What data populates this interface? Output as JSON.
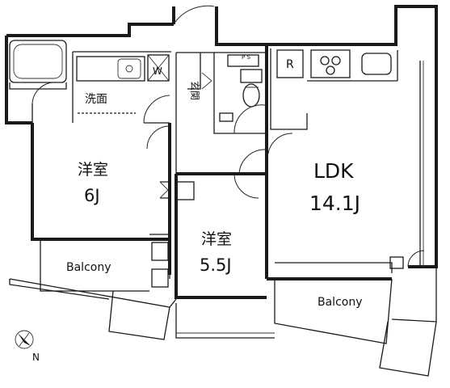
{
  "rooms": {
    "ldk": {
      "name": "LDK",
      "size": "14.1J"
    },
    "western1": {
      "name": "洋室",
      "size": "6J"
    },
    "western2": {
      "name": "洋室",
      "size": "5.5J"
    },
    "washroom": {
      "name": "洗面"
    },
    "entrance": {
      "name": "玄関"
    },
    "balcony1": {
      "name": "Balcony"
    },
    "balcony2": {
      "name": "Balcony"
    }
  },
  "fixtures": {
    "washer_mark": "W",
    "fridge_mark": "R",
    "ps_mark": "P S"
  },
  "compass": {
    "north": "N"
  }
}
